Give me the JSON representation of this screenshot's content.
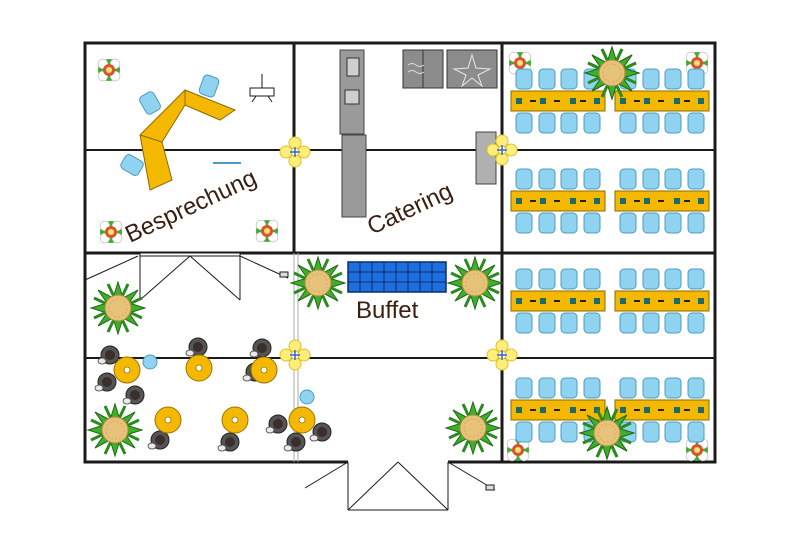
{
  "labels": {
    "meeting": "Besprechung",
    "catering": "Catering",
    "buffet": "Buffet"
  },
  "colors": {
    "wall": "#1a1a1a",
    "table": "#f5b800",
    "chair": "#8fd3f0",
    "plant_leaf": "#3fae2a",
    "plant_pot": "#e7c27a",
    "flower": "#ffef7a",
    "buffet": "#1d6fe0",
    "counter": "#8c8c8c",
    "label": "#3a1f10"
  }
}
